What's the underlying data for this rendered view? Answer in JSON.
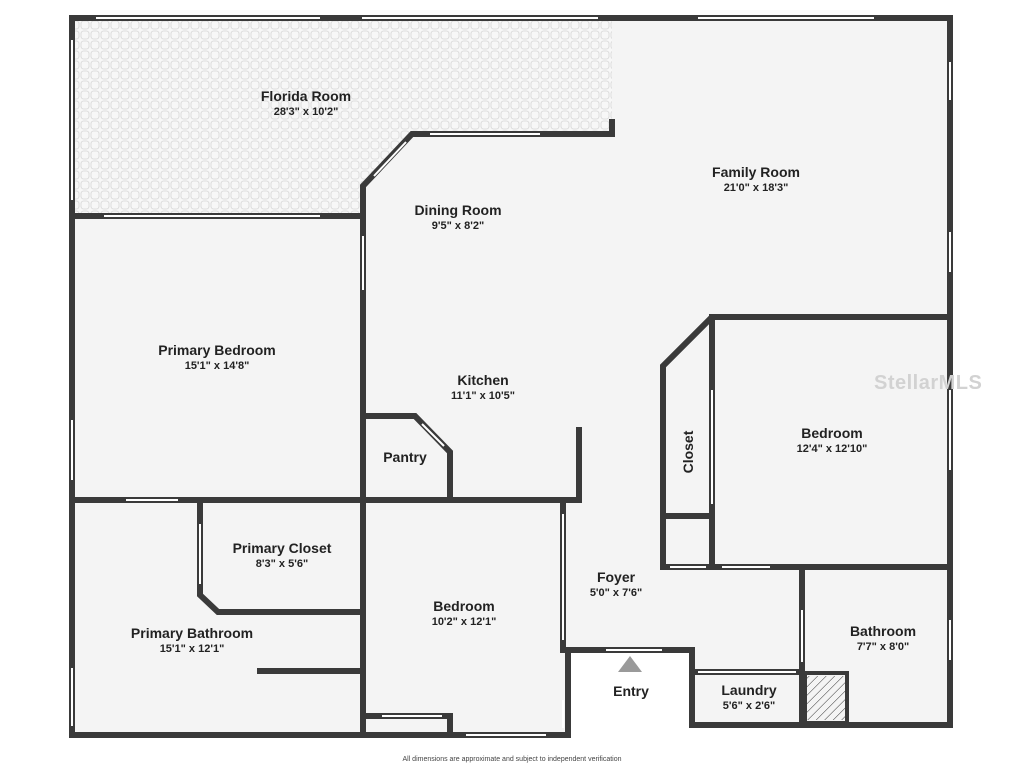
{
  "rooms": {
    "florida_room": {
      "name": "Florida Room",
      "dims": "28'3\" x 10'2\""
    },
    "family_room": {
      "name": "Family Room",
      "dims": "21'0\" x 18'3\""
    },
    "dining_room": {
      "name": "Dining Room",
      "dims": "9'5\" x 8'2\""
    },
    "primary_bedroom": {
      "name": "Primary Bedroom",
      "dims": "15'1\" x 14'8\""
    },
    "kitchen": {
      "name": "Kitchen",
      "dims": "11'1\" x 10'5\""
    },
    "pantry": {
      "name": "Pantry"
    },
    "closet": {
      "name": "Closet"
    },
    "bedroom_east": {
      "name": "Bedroom",
      "dims": "12'4\" x 12'10\""
    },
    "primary_closet": {
      "name": "Primary Closet",
      "dims": "8'3\" x 5'6\""
    },
    "foyer": {
      "name": "Foyer",
      "dims": "5'0\" x 7'6\""
    },
    "primary_bathroom": {
      "name": "Primary Bathroom",
      "dims": "15'1\" x 12'1\""
    },
    "bedroom_south": {
      "name": "Bedroom",
      "dims": "10'2\" x 12'1\""
    },
    "bathroom": {
      "name": "Bathroom",
      "dims": "7'7\" x 8'0\""
    },
    "entry": {
      "name": "Entry"
    },
    "laundry": {
      "name": "Laundry",
      "dims": "5'6\" x 2'6\""
    }
  },
  "watermark": "StellarMLS",
  "footer": "All dimensions are approximate and subject to independent verification",
  "colors": {
    "wall": "#3a3a3a",
    "floor": "#f4f4f4",
    "window": "#ffffff"
  }
}
